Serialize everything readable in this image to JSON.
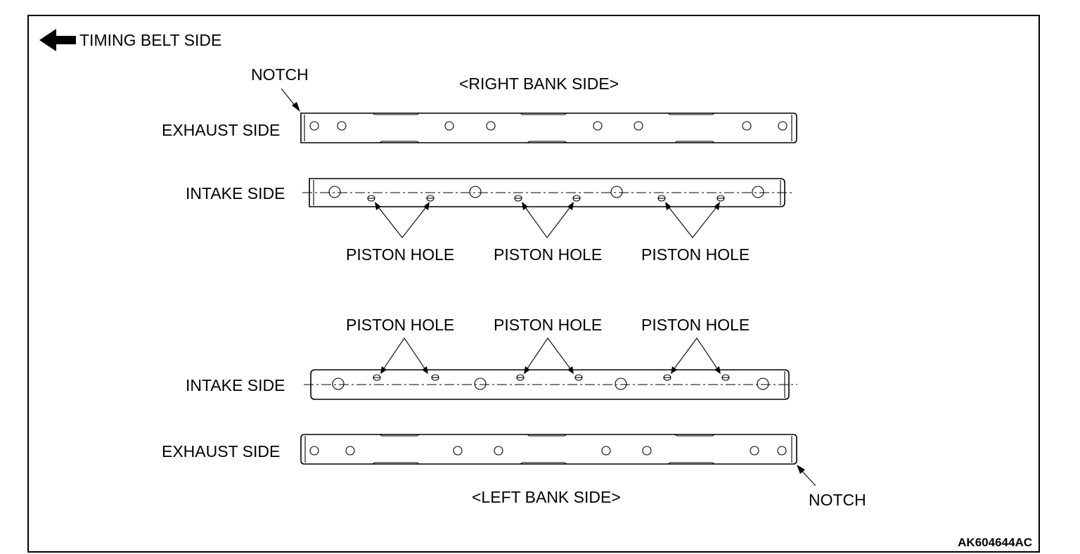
{
  "labels": {
    "timing_belt_side": "TIMING BELT SIDE",
    "notch": "NOTCH",
    "right_bank_side": "<RIGHT BANK SIDE>",
    "left_bank_side": "<LEFT BANK SIDE>",
    "exhaust_side": "EXHAUST SIDE",
    "intake_side": "INTAKE SIDE",
    "piston_hole": "PISTON HOLE"
  },
  "figure_code": "AK604644AC"
}
